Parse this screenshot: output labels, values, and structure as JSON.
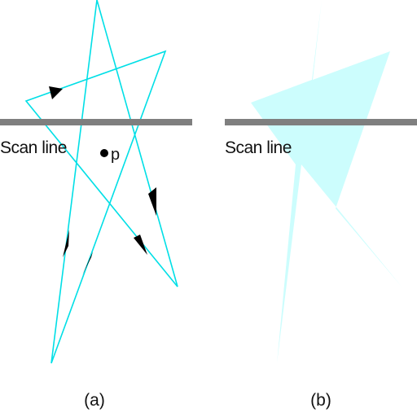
{
  "colors": {
    "outline": "#00dfe6",
    "fill": "#ccfdfd",
    "scan_line": "#7f7f7f",
    "arrow": "#000000"
  },
  "panel_a": {
    "scan_label": "Scan line",
    "point_label": "p",
    "caption": "(a)"
  },
  "panel_b": {
    "scan_label": "Scan line",
    "caption": "(b)"
  }
}
